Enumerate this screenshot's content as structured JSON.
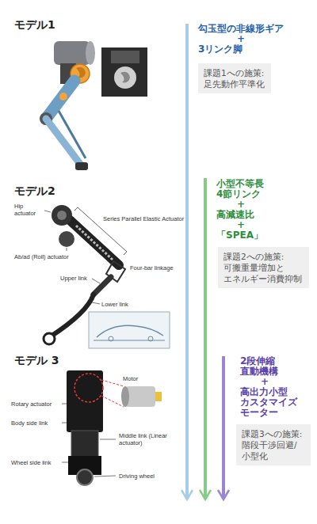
{
  "diagram": {
    "nodes": [
      {
        "text": [
          "課題1への施策:",
          "足先動作平準化"
        ]
      },
      {
        "text": [
          "課題2への施策:",
          "可搬重量増加と エネルギー消費抑制"
        ]
      },
      {
        "text": [
          "課題3への施策:",
          "階段干渉回避/ 小型化"
        ]
      }
    ],
    "labels": [
      "モデル1",
      "勾玉型の非線形ギア",
      "+",
      "3リンク脚",
      "モデル2",
      "Hip actuator",
      "Series Parallel Elastic Actuator",
      "Ab/ad (Roll) actuator",
      "Four-bar linkage",
      "Upper link",
      "Lower link",
      "小型不等長 4節リンク",
      "+",
      "高減速比",
      "+",
      "「SPEA」",
      "モデル 3",
      "Motor",
      "Rotary actuator",
      "Body side link",
      "Middle link (Linear actuator)",
      "Wheel side link",
      "Driving wheel",
      "2段伸縮 直動機構",
      "+",
      "高出力小型 カスタマイズ モーター"
    ]
  }
}
